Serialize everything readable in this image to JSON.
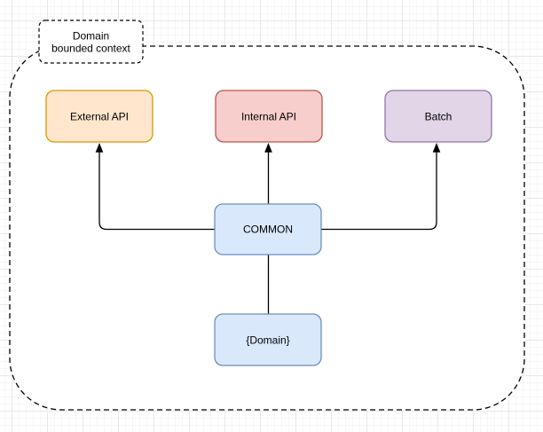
{
  "canvas": {
    "background": "#ffffff",
    "grid_minor_color": "#f6f6f6",
    "grid_major_color": "#e9e9e9"
  },
  "diagram": {
    "bounded_context": {
      "label_line1": "Domain",
      "label_line2": "bounded context",
      "fill": "#ffffff",
      "border_color": "#000000"
    },
    "nodes": {
      "external_api": {
        "label": "External API",
        "fill": "#FFE6CC",
        "stroke": "#D79B00"
      },
      "internal_api": {
        "label": "Internal API",
        "fill": "#F8CECC",
        "stroke": "#B85450"
      },
      "batch": {
        "label": "Batch",
        "fill": "#E1D5E7",
        "stroke": "#9673A6"
      },
      "common": {
        "label": "COMMON",
        "fill": "#DAE8FC",
        "stroke": "#6C8EBF"
      },
      "domain": {
        "label": "{Domain}",
        "fill": "#DAE8FC",
        "stroke": "#6C8EBF"
      }
    },
    "edges": {
      "color": "#000000",
      "list": [
        {
          "from": "COMMON",
          "to": "External API",
          "arrow": "true"
        },
        {
          "from": "COMMON",
          "to": "Internal API",
          "arrow": "true"
        },
        {
          "from": "COMMON",
          "to": "Batch",
          "arrow": "true"
        },
        {
          "from": "{Domain}",
          "to": "COMMON",
          "arrow": "false"
        }
      ]
    }
  }
}
